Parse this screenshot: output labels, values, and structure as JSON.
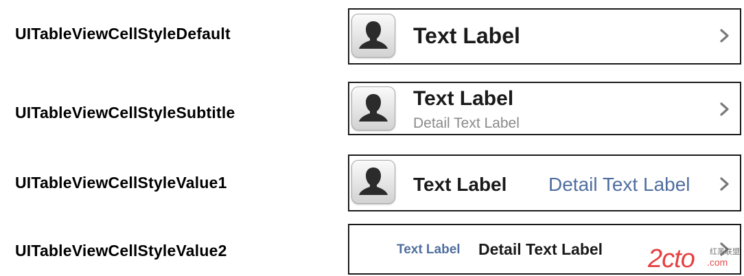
{
  "rows": [
    {
      "style_name": "UITableViewCellStyleDefault",
      "text_label": "Text Label",
      "icon": "person-silhouette-icon",
      "accessory": "chevron-right-icon"
    },
    {
      "style_name": "UITableViewCellStyleSubtitle",
      "text_label": "Text Label",
      "detail_text_label": "Detail Text Label",
      "icon": "person-silhouette-icon",
      "accessory": "chevron-right-icon"
    },
    {
      "style_name": "UITableViewCellStyleValue1",
      "text_label": "Text Label",
      "detail_text_label": "Detail Text Label",
      "icon": "person-silhouette-icon",
      "accessory": "chevron-right-icon"
    },
    {
      "style_name": "UITableViewCellStyleValue2",
      "text_label": "Text Label",
      "detail_text_label": "Detail Text Label",
      "accessory": "chevron-right-icon"
    }
  ],
  "watermark": {
    "brand": "2cto",
    "domain_suffix": ".com",
    "tagline": "红黑联盟",
    "accent_color": "#e02020"
  },
  "colors": {
    "text_label": "#1a1a1a",
    "detail_gray": "#8a8a8a",
    "detail_blue": "#4f6e9e",
    "cell_border": "#1a1a1a"
  }
}
